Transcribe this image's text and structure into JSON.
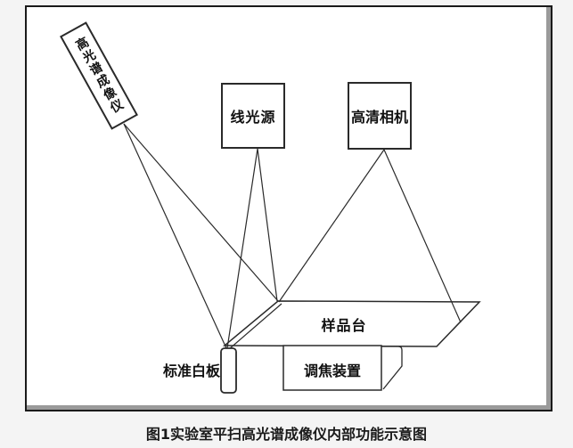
{
  "diagram": {
    "caption": "图1实验室平扫高光谱成像仪内部功能示意图",
    "nodes": {
      "imager": {
        "label": "高光谱成像仪"
      },
      "light_source": {
        "label": "线光源"
      },
      "camera": {
        "label": "高清相机"
      },
      "sample_stage": {
        "label": "样品台"
      },
      "white_board": {
        "label": "标准白板"
      },
      "focus_device": {
        "label": "调焦装置"
      }
    },
    "colors": {
      "page_background": "#f4f4f4",
      "diagram_background": "#ffffff",
      "frame_border": "#1a1a1a",
      "frame_shadow": "#9a9a9a",
      "line_color": "#2a2a2a",
      "text_color": "#111111"
    }
  }
}
